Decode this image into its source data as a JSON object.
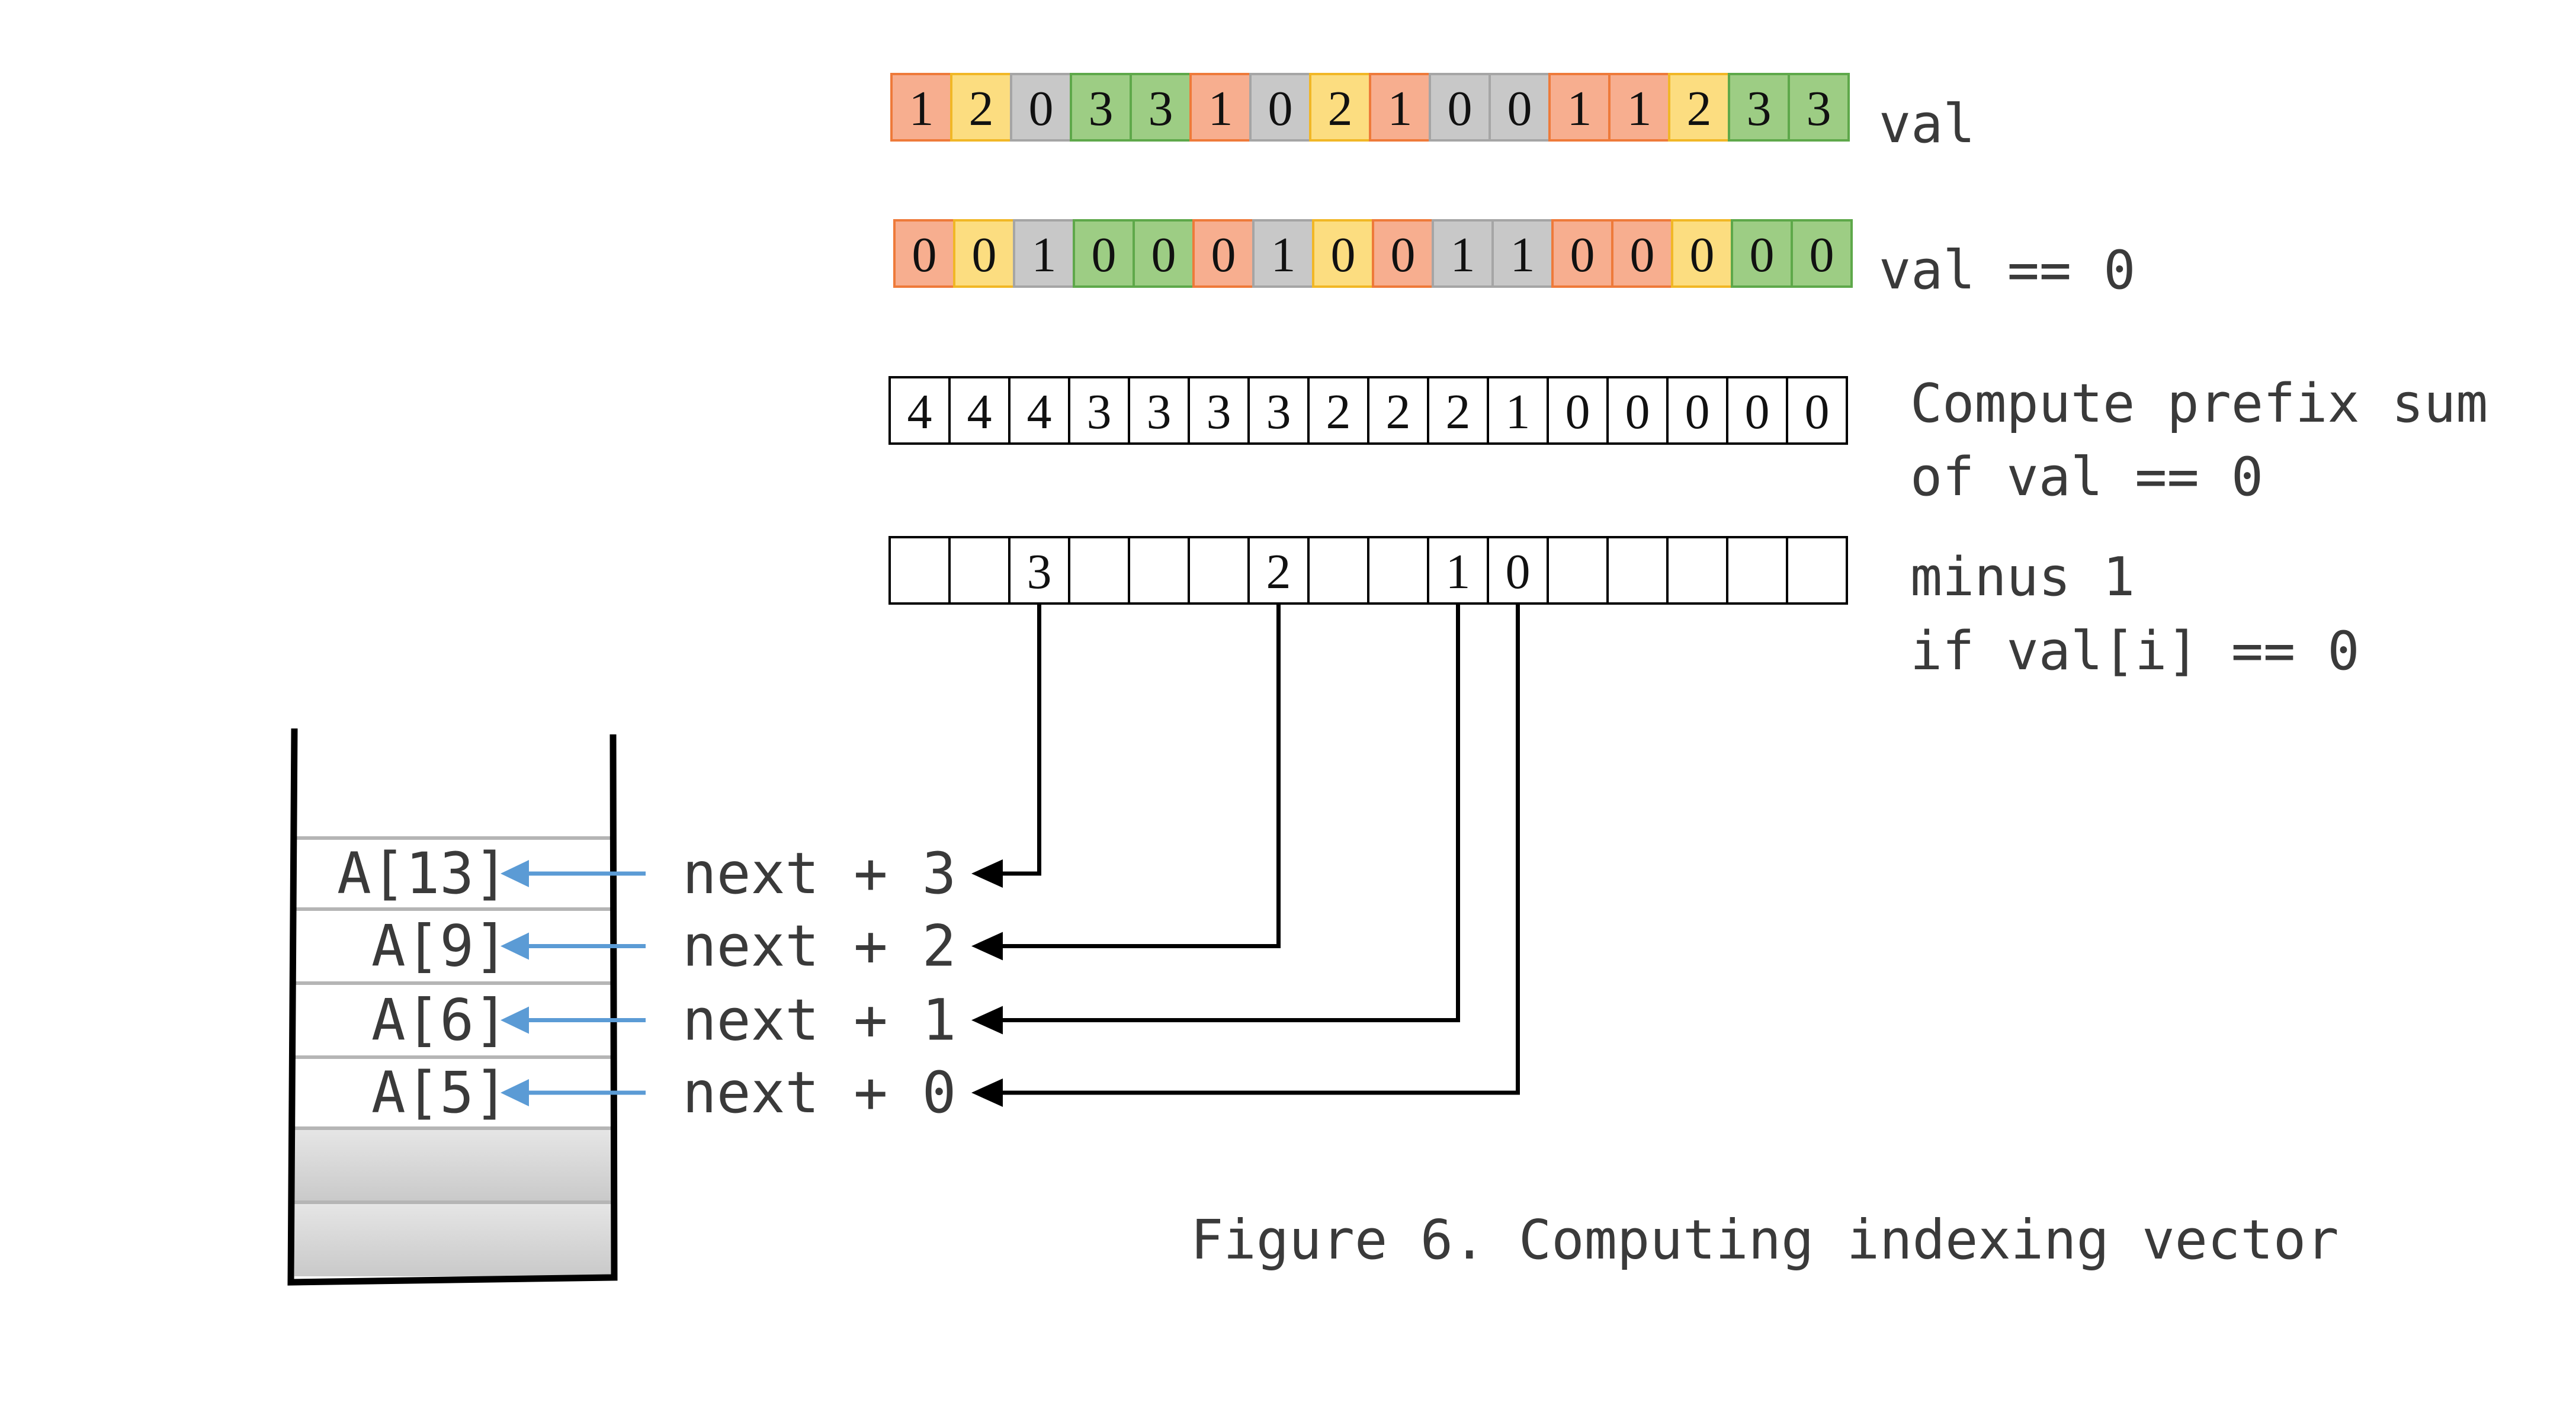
{
  "colors": {
    "orange": "#f7ae8f",
    "orange_border": "#ee7a3a",
    "yellow": "#fcdd80",
    "yellow_border": "#f1b726",
    "gray": "#c8c8c8",
    "gray_border": "#a5a5a5",
    "green": "#9dcd84",
    "green_border": "#5ea84a",
    "arrow_blue": "#5b9bd5",
    "arrow_black": "#000000",
    "stack_fill_gray": "#c9c9c9"
  },
  "rows": [
    {
      "id": "val",
      "label_lines": [
        "val"
      ],
      "cells": [
        "1",
        "2",
        "0",
        "3",
        "3",
        "1",
        "0",
        "2",
        "1",
        "0",
        "0",
        "1",
        "1",
        "2",
        "3",
        "3"
      ],
      "cell_colors": [
        "orange",
        "yellow",
        "gray",
        "green",
        "green",
        "orange",
        "gray",
        "yellow",
        "orange",
        "gray",
        "gray",
        "orange",
        "orange",
        "yellow",
        "green",
        "green"
      ]
    },
    {
      "id": "val-eq-0",
      "label_lines": [
        "val == 0"
      ],
      "cells": [
        "0",
        "0",
        "1",
        "0",
        "0",
        "0",
        "1",
        "0",
        "0",
        "1",
        "1",
        "0",
        "0",
        "0",
        "0",
        "0"
      ],
      "cell_colors": [
        "orange",
        "yellow",
        "gray",
        "green",
        "green",
        "orange",
        "gray",
        "yellow",
        "orange",
        "gray",
        "gray",
        "orange",
        "orange",
        "yellow",
        "green",
        "green"
      ]
    },
    {
      "id": "prefix-sum",
      "label_lines": [
        "Compute prefix sum",
        "of val == 0"
      ],
      "cells": [
        "4",
        "4",
        "4",
        "3",
        "3",
        "3",
        "3",
        "2",
        "2",
        "2",
        "1",
        "0",
        "0",
        "0",
        "0",
        "0"
      ],
      "cell_colors": []
    },
    {
      "id": "minus-one",
      "label_lines": [
        "minus 1",
        "if val[i] == 0"
      ],
      "cells": [
        "",
        "",
        "3",
        "",
        "",
        "",
        "2",
        "",
        "",
        "1",
        "0",
        "",
        "",
        "",
        "",
        ""
      ],
      "cell_colors": []
    }
  ],
  "stack": {
    "slots": [
      "A[13]",
      "A[9]",
      "A[6]",
      "A[5]",
      "",
      ""
    ],
    "filled_slots_gray": 2
  },
  "next_labels": [
    "next + 3",
    "next + 2",
    "next + 1",
    "next + 0"
  ],
  "connections": [
    {
      "from_cell": 2,
      "to_next": 0
    },
    {
      "from_cell": 6,
      "to_next": 1
    },
    {
      "from_cell": 9,
      "to_next": 2
    },
    {
      "from_cell": 10,
      "to_next": 3
    }
  ],
  "caption": "Figure 6. Computing indexing vector"
}
